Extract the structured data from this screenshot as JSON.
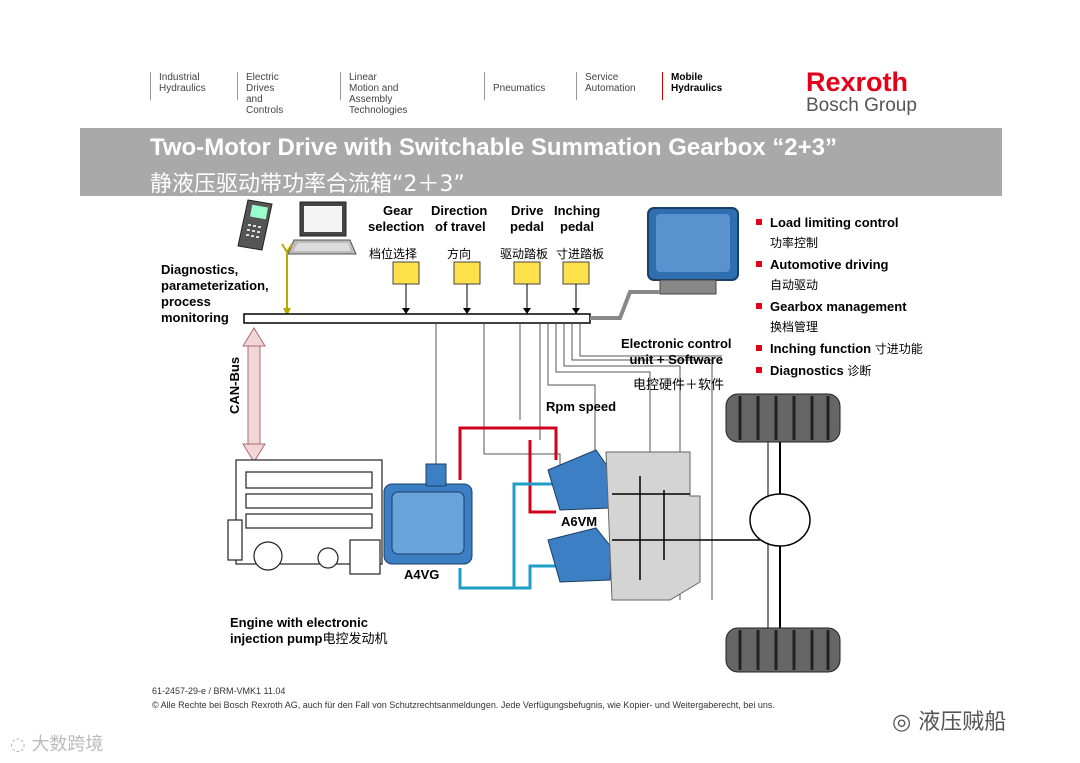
{
  "nav": {
    "items": [
      {
        "line1": "Industrial",
        "line2": "Hydraulics"
      },
      {
        "line1": "Electric Drives",
        "line2": "and Controls"
      },
      {
        "line1": "Linear Motion and",
        "line2": "Assembly Technologies"
      },
      {
        "line1": "",
        "line2": "Pneumatics"
      },
      {
        "line1": "Service",
        "line2": "Automation"
      },
      {
        "line1": "Mobile",
        "line2": "Hydraulics"
      }
    ]
  },
  "logo": {
    "brand": "Rexroth",
    "group": "Bosch Group",
    "brand_color": "#e2001a"
  },
  "title": {
    "en": "Two-Motor Drive with Switchable Summation Gearbox “2+3”",
    "zh": "静液压驱动带功率合流箱“2＋3”"
  },
  "labels": {
    "diagnostics": [
      "Diagnostics,",
      "parameterization,",
      "process",
      "monitoring"
    ],
    "gear": [
      "Gear",
      "selection"
    ],
    "direction": [
      "Direction",
      "of travel"
    ],
    "drive": [
      "Drive",
      "pedal"
    ],
    "inching": [
      "Inching",
      "pedal"
    ],
    "gear_zh": "档位选择",
    "direction_zh": "方向",
    "drive_zh": "驱动踏板",
    "inching_zh": "寸进踏板",
    "ecu": [
      "Electronic control",
      "unit + Software"
    ],
    "ecu_zh": "电控硬件＋软件",
    "can_bus": "CAN-Bus",
    "rpm": "Rpm speed",
    "a6vm": "A6VM",
    "a4vg": "A4VG",
    "engine": [
      "Engine with electronic",
      "injection pump"
    ],
    "engine_zh": "电控发动机"
  },
  "features": [
    {
      "en": "Load limiting control",
      "zh": "功率控制"
    },
    {
      "en": "Automotive driving",
      "zh": "自动驱动"
    },
    {
      "en": "Gearbox management",
      "zh": "换档管理"
    },
    {
      "en": "Inching function",
      "zh": "寸进功能"
    },
    {
      "en": "Diagnostics",
      "zh": "诊断"
    }
  ],
  "footer": {
    "code": "61-2457-29-e / BRM-VMK1 11.04",
    "copyright": "© Alle Rechte bei Bosch Rexroth AG, auch für den Fall von Schutzrechtsanmeldungen. Jede Verfügungsbefugnis, wie Kopier- und Weitergaberecht, bei uns."
  },
  "watermarks": {
    "wechat": "液压贼船",
    "site": "大数跨境"
  },
  "colors": {
    "red_line": "#d0021b",
    "blue_line": "#1f9fc8",
    "canbus_arrow": "#e8b4b8",
    "motor_blue": "#3d7fc4",
    "gearbox_grey": "#d4d4d4"
  },
  "icons": [
    "handheld-terminal-icon",
    "laptop-icon",
    "ecu-box-icon",
    "antenna-icon"
  ]
}
